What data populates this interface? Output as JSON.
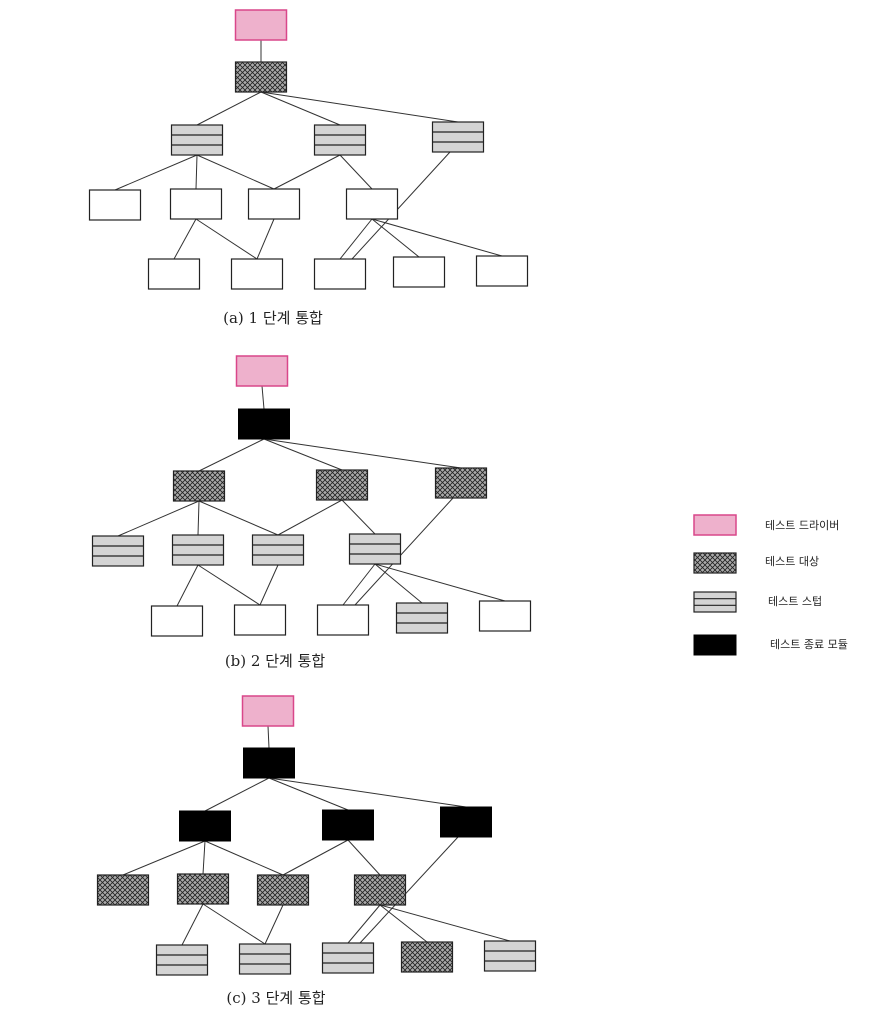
{
  "diagrams": [
    {
      "caption": "(a) 1 단계 통합",
      "nodes": [
        {
          "type": "driver"
        },
        {
          "type": "target"
        },
        {
          "type": "stub"
        },
        {
          "type": "stub"
        },
        {
          "type": "stub"
        },
        {
          "type": "plain"
        },
        {
          "type": "plain"
        },
        {
          "type": "plain"
        },
        {
          "type": "plain"
        },
        {
          "type": "plain"
        },
        {
          "type": "plain"
        },
        {
          "type": "plain"
        },
        {
          "type": "plain"
        },
        {
          "type": "plain"
        }
      ]
    },
    {
      "caption": "(b) 2 단계 통합",
      "nodes": [
        {
          "type": "driver"
        },
        {
          "type": "done"
        },
        {
          "type": "target"
        },
        {
          "type": "target"
        },
        {
          "type": "target"
        },
        {
          "type": "stub"
        },
        {
          "type": "stub"
        },
        {
          "type": "stub"
        },
        {
          "type": "stub"
        },
        {
          "type": "plain"
        },
        {
          "type": "plain"
        },
        {
          "type": "plain"
        },
        {
          "type": "stub"
        },
        {
          "type": "plain"
        }
      ]
    },
    {
      "caption": "(c) 3 단계 통합",
      "nodes": [
        {
          "type": "driver"
        },
        {
          "type": "done"
        },
        {
          "type": "done"
        },
        {
          "type": "done"
        },
        {
          "type": "done"
        },
        {
          "type": "target"
        },
        {
          "type": "target"
        },
        {
          "type": "target"
        },
        {
          "type": "target"
        },
        {
          "type": "stub"
        },
        {
          "type": "stub"
        },
        {
          "type": "stub"
        },
        {
          "type": "target"
        },
        {
          "type": "stub"
        }
      ]
    }
  ],
  "legend": [
    {
      "type": "driver",
      "label": "테스트 드라이버"
    },
    {
      "type": "target",
      "label": "테스트 대상"
    },
    {
      "type": "stub",
      "label": "테스트 스텁"
    },
    {
      "type": "done",
      "label": "테스트 종료 모듈"
    }
  ],
  "colors": {
    "driver_fill": "#eeb1cc",
    "driver_stroke": "#d9478a",
    "stub_fill": "#d4d4d4",
    "hatch_fill": "#aaaaaa",
    "done_fill": "#000000",
    "line": "#333333"
  }
}
